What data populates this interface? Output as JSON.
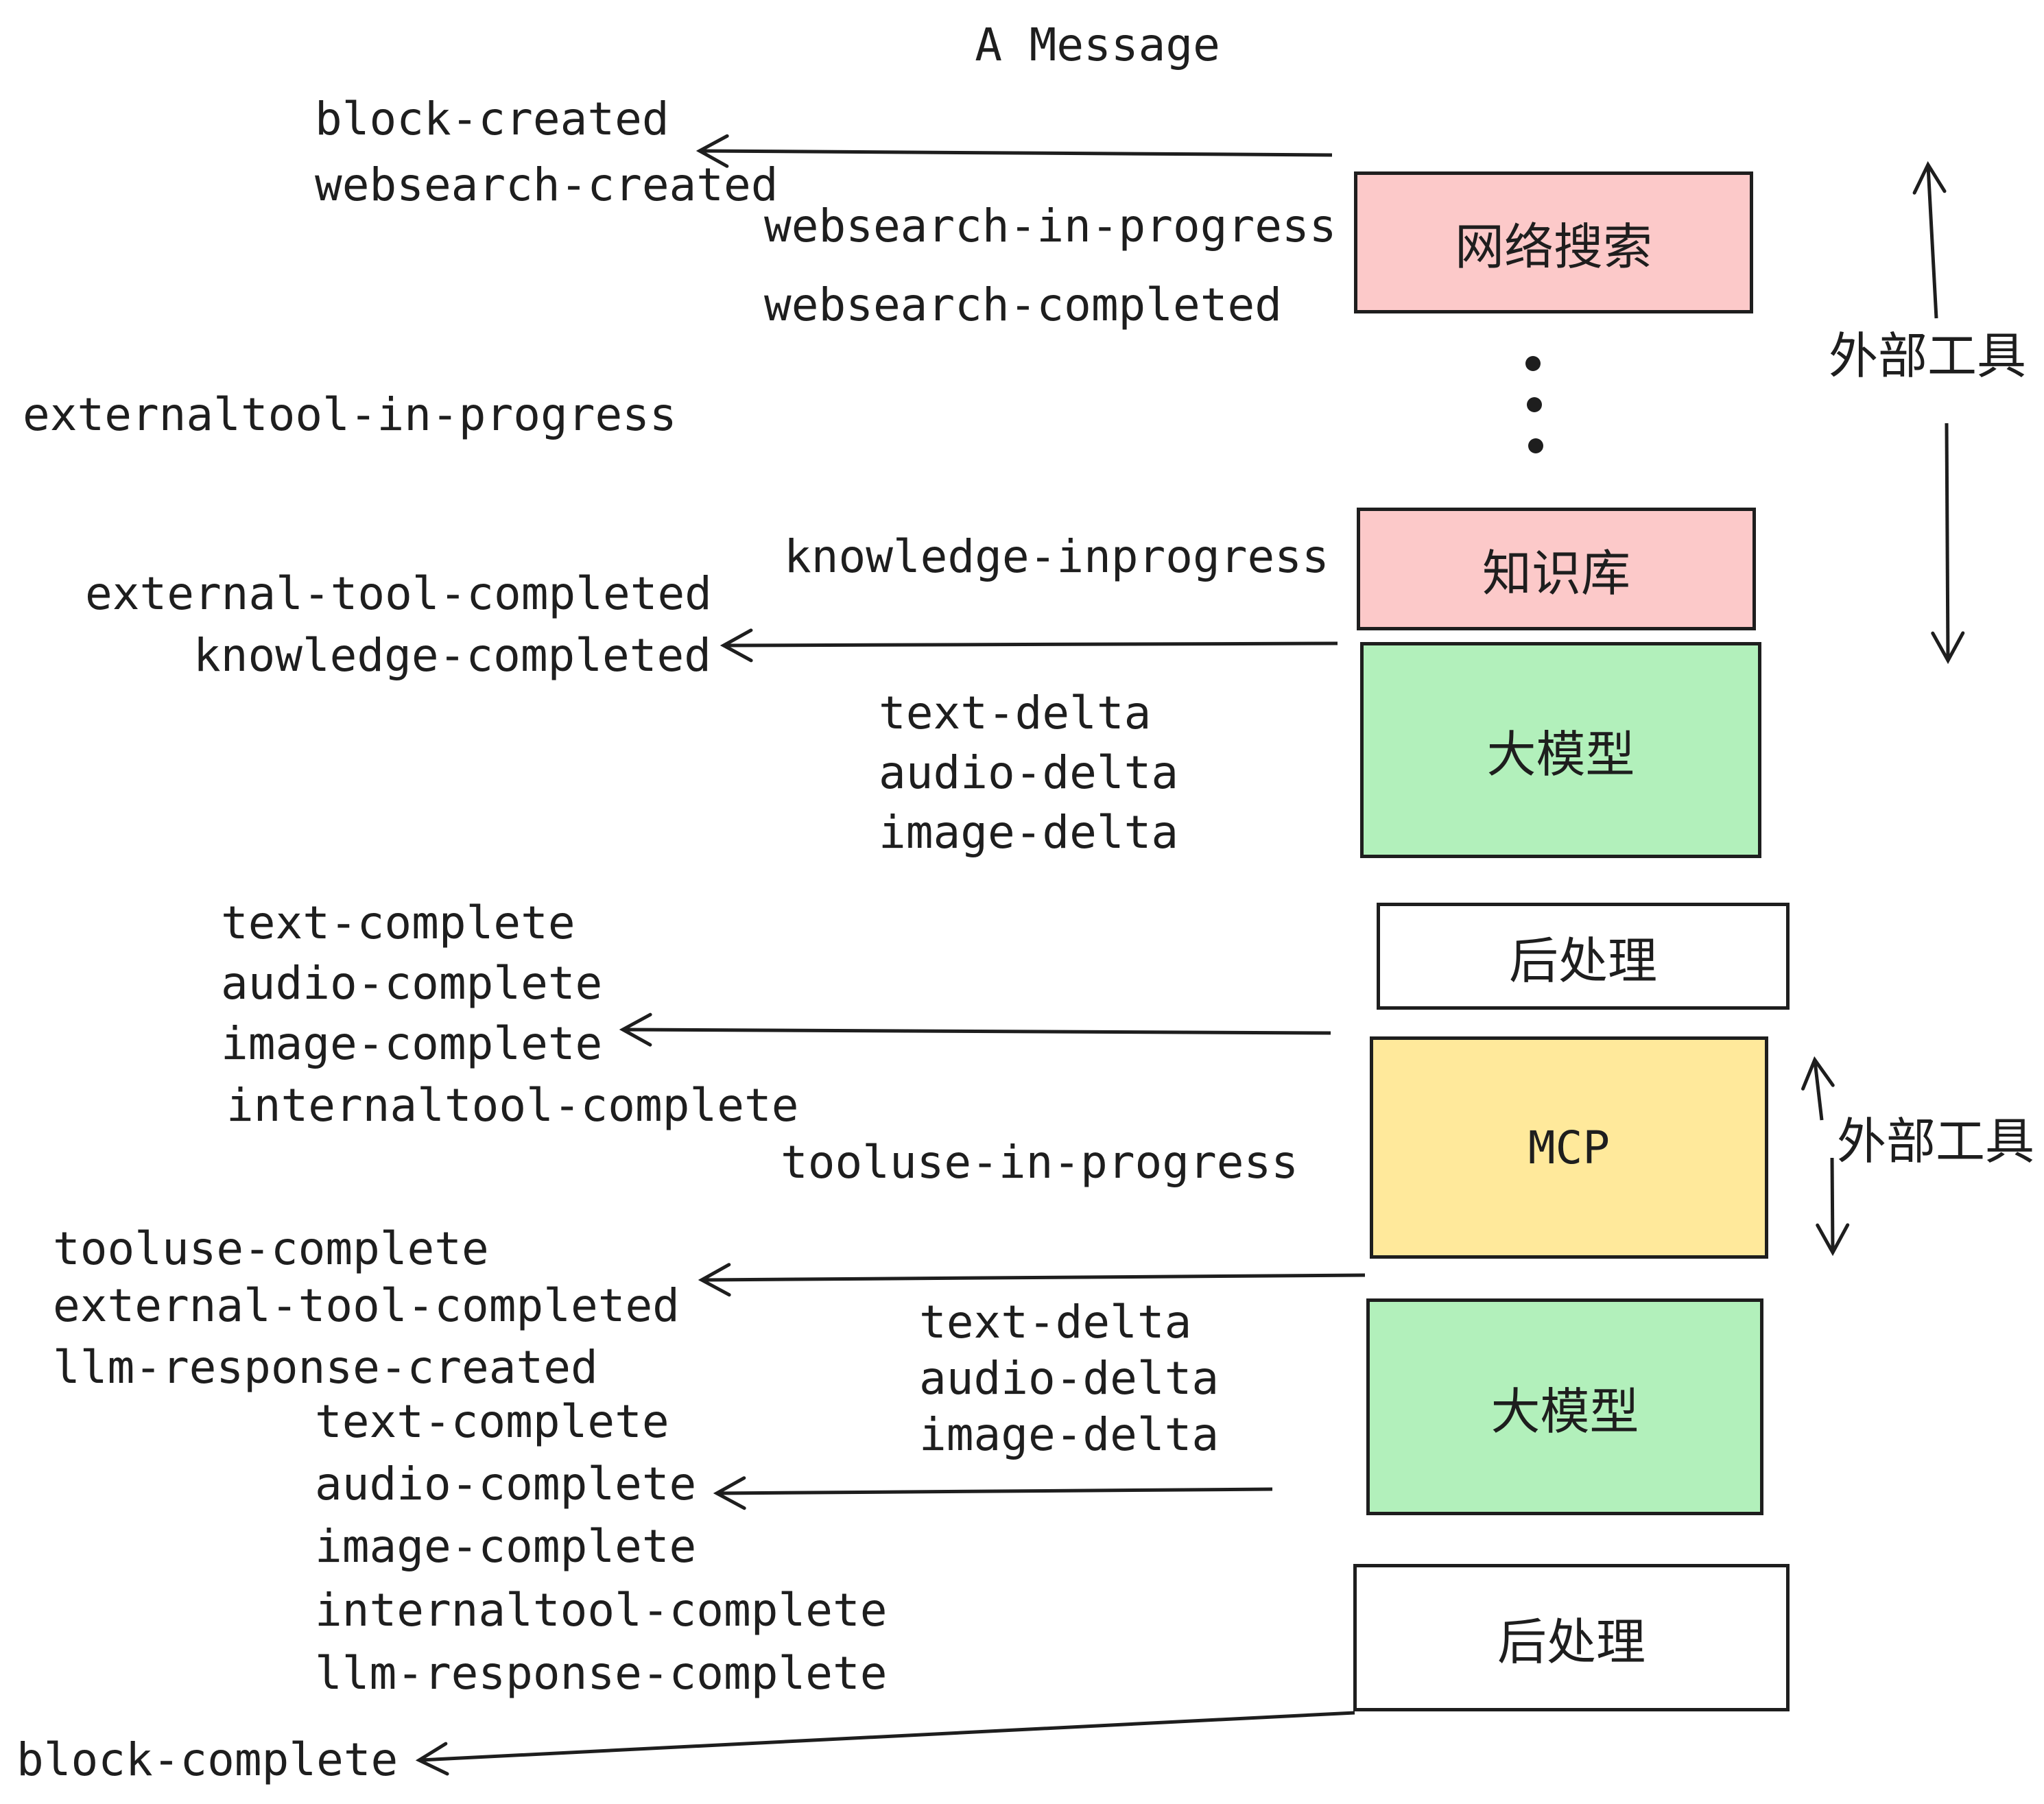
{
  "title": "A Message",
  "events": {
    "block_created": "block-created",
    "websearch_created": "websearch-created",
    "websearch_in_progress": "websearch-in-progress",
    "websearch_completed": "websearch-completed",
    "externaltool_in_progress": "externaltool-in-progress",
    "knowledge_inprogress": "knowledge-inprogress",
    "external_tool_completed": "external-tool-completed",
    "knowledge_completed": "knowledge-completed",
    "text_delta": "text-delta",
    "audio_delta": "audio-delta",
    "image_delta": "image-delta",
    "text_complete": "text-complete",
    "audio_complete": "audio-complete",
    "image_complete": "image-complete",
    "internaltool_complete": "internaltool-complete",
    "tooluse_in_progress": "tooluse-in-progress",
    "tooluse_complete": "tooluse-complete",
    "llm_response_created": "llm-response-created",
    "llm_response_complete": "llm-response-complete",
    "block_complete": "block-complete"
  },
  "boxes": {
    "websearch": {
      "label": "网络搜索",
      "fill": "#fcc9c9"
    },
    "knowledge": {
      "label": "知识库",
      "fill": "#fcc9c9"
    },
    "llm1": {
      "label": "大模型",
      "fill": "#b2f0bb"
    },
    "post1": {
      "label": "后处理",
      "fill": "#ffffff"
    },
    "mcp": {
      "label": "MCP",
      "fill": "#ffe99b"
    },
    "llm2": {
      "label": "大模型",
      "fill": "#b2f0bb"
    },
    "post2": {
      "label": "后处理",
      "fill": "#ffffff"
    }
  },
  "annotations": {
    "external_tools_top": "外部工具",
    "external_tools_bottom": "外部工具"
  },
  "colors": {
    "ink": "#1e1e1e",
    "pink": "#fcc9c9",
    "green": "#b2f0bb",
    "yellow": "#ffe99b",
    "white": "#ffffff",
    "background": "#ffffff"
  }
}
